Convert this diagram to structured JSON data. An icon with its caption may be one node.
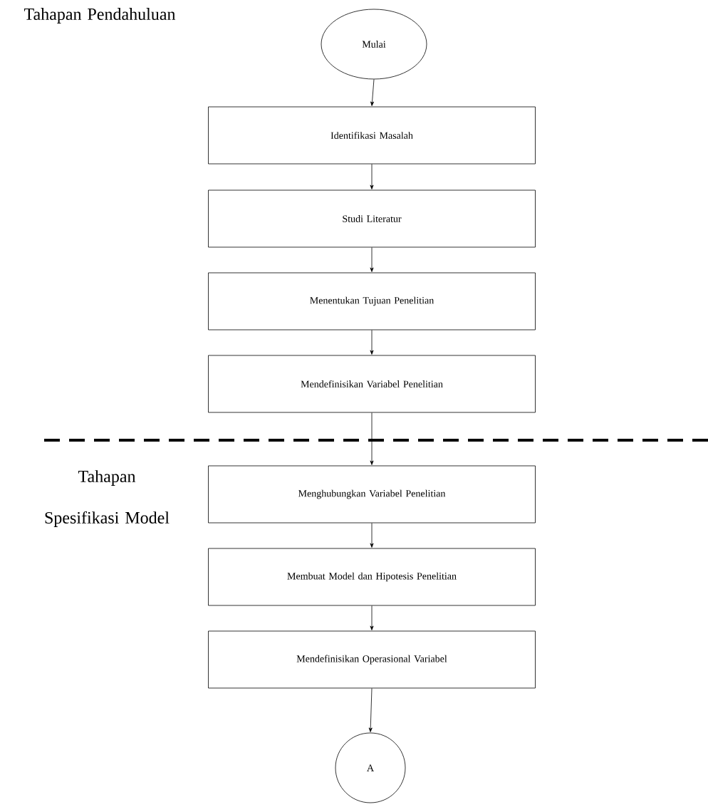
{
  "diagram": {
    "nodes": [
      {
        "text": [
          "Mulai"
        ]
      },
      {
        "text": [
          "Identifikasi Masalah"
        ]
      },
      {
        "text": [
          "Studi Literatur"
        ]
      },
      {
        "text": [
          "Menentukan Tujuan Penelitian"
        ]
      },
      {
        "text": [
          "Mendefinisikan Variabel Penelitian"
        ]
      },
      {
        "text": [
          "Menghubungkan Variabel Penelitian"
        ]
      },
      {
        "text": [
          "Membuat Model dan Hipotesis Penelitian"
        ]
      },
      {
        "text": [
          "Mendefinisikan Operasional Variabel"
        ]
      },
      {
        "text": [
          "A"
        ]
      }
    ],
    "edges": [
      {
        "from": 0,
        "to": 1,
        "arrow": "to"
      },
      {
        "from": 1,
        "to": 2,
        "arrow": "to"
      },
      {
        "from": 2,
        "to": 3,
        "arrow": "to"
      },
      {
        "from": 3,
        "to": 4,
        "arrow": "to"
      },
      {
        "from": 4,
        "to": 5,
        "arrow": "to"
      },
      {
        "from": 5,
        "to": 6,
        "arrow": "to"
      },
      {
        "from": 6,
        "to": 7,
        "arrow": "to"
      },
      {
        "from": 7,
        "to": 8,
        "arrow": "to"
      }
    ],
    "labels": [
      "Tahapan Pendahuluan",
      "Tahapan Spesifikasi Model"
    ]
  }
}
